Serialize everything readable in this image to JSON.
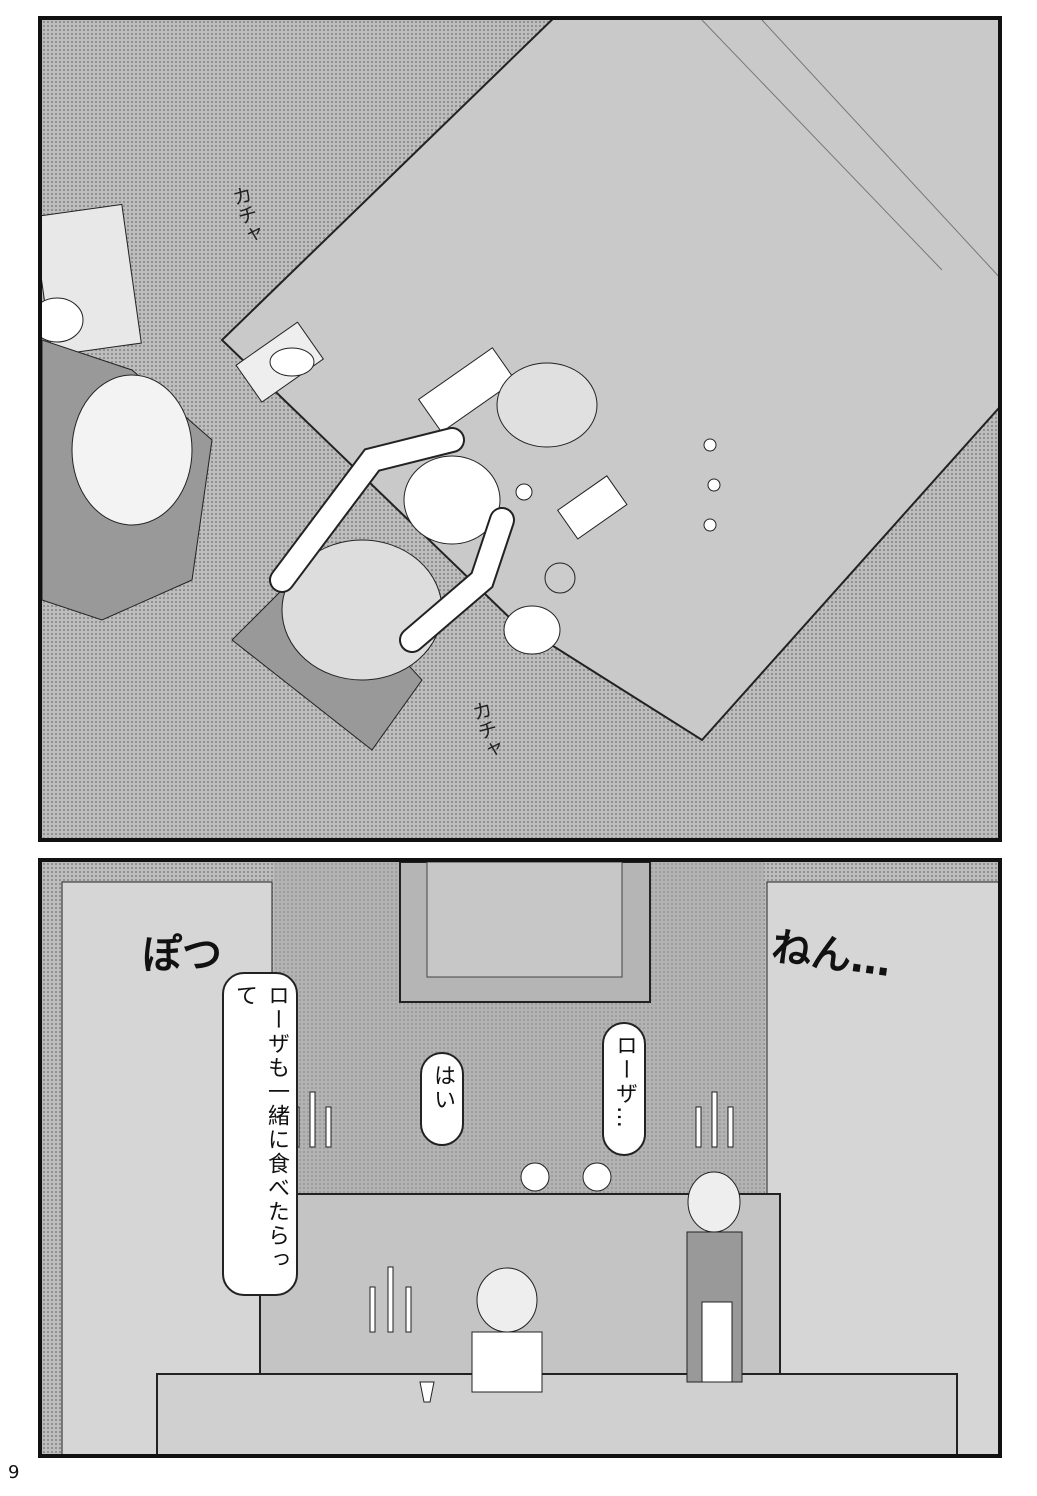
{
  "page": {
    "number": "9"
  },
  "panel1": {
    "sfx": [
      "カチャ",
      "カチャ"
    ]
  },
  "panel2": {
    "sfx_left": "ぽつ",
    "sfx_right": "ねん…",
    "bubbles": [
      "ローザも一緒に食べたらって",
      "はい",
      "ローザ…"
    ]
  }
}
